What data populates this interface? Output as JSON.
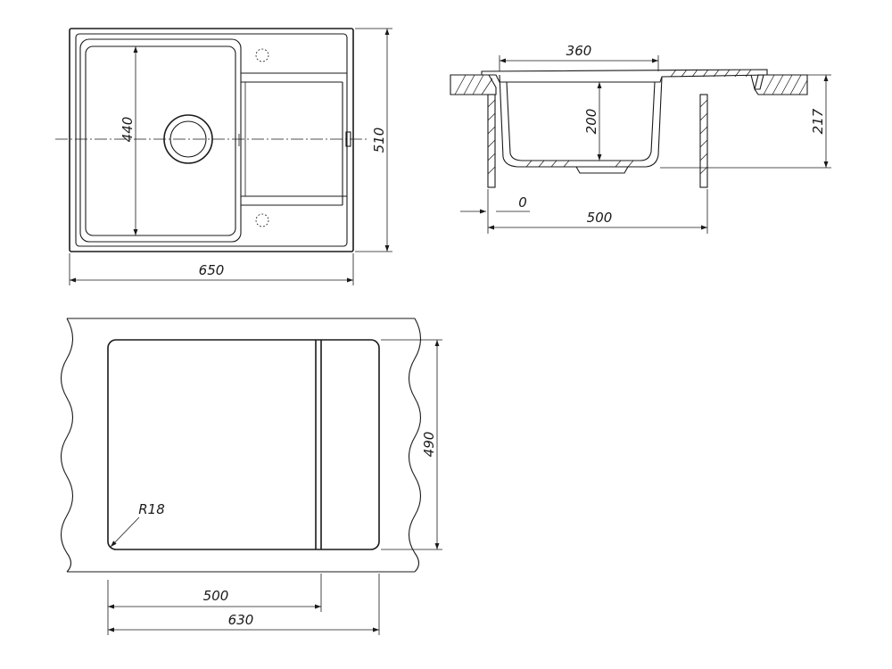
{
  "top_view": {
    "dim_width": "650",
    "dim_height": "510",
    "dim_bowl_height": "440"
  },
  "section_view": {
    "dim_bowl_width": "360",
    "dim_bowl_depth": "200",
    "dim_total_depth": "217",
    "dim_offset": "0",
    "dim_cabinet": "500"
  },
  "cutout_view": {
    "dim_height": "490",
    "dim_radius": "R18",
    "dim_inner_width": "500",
    "dim_total_width": "630"
  }
}
